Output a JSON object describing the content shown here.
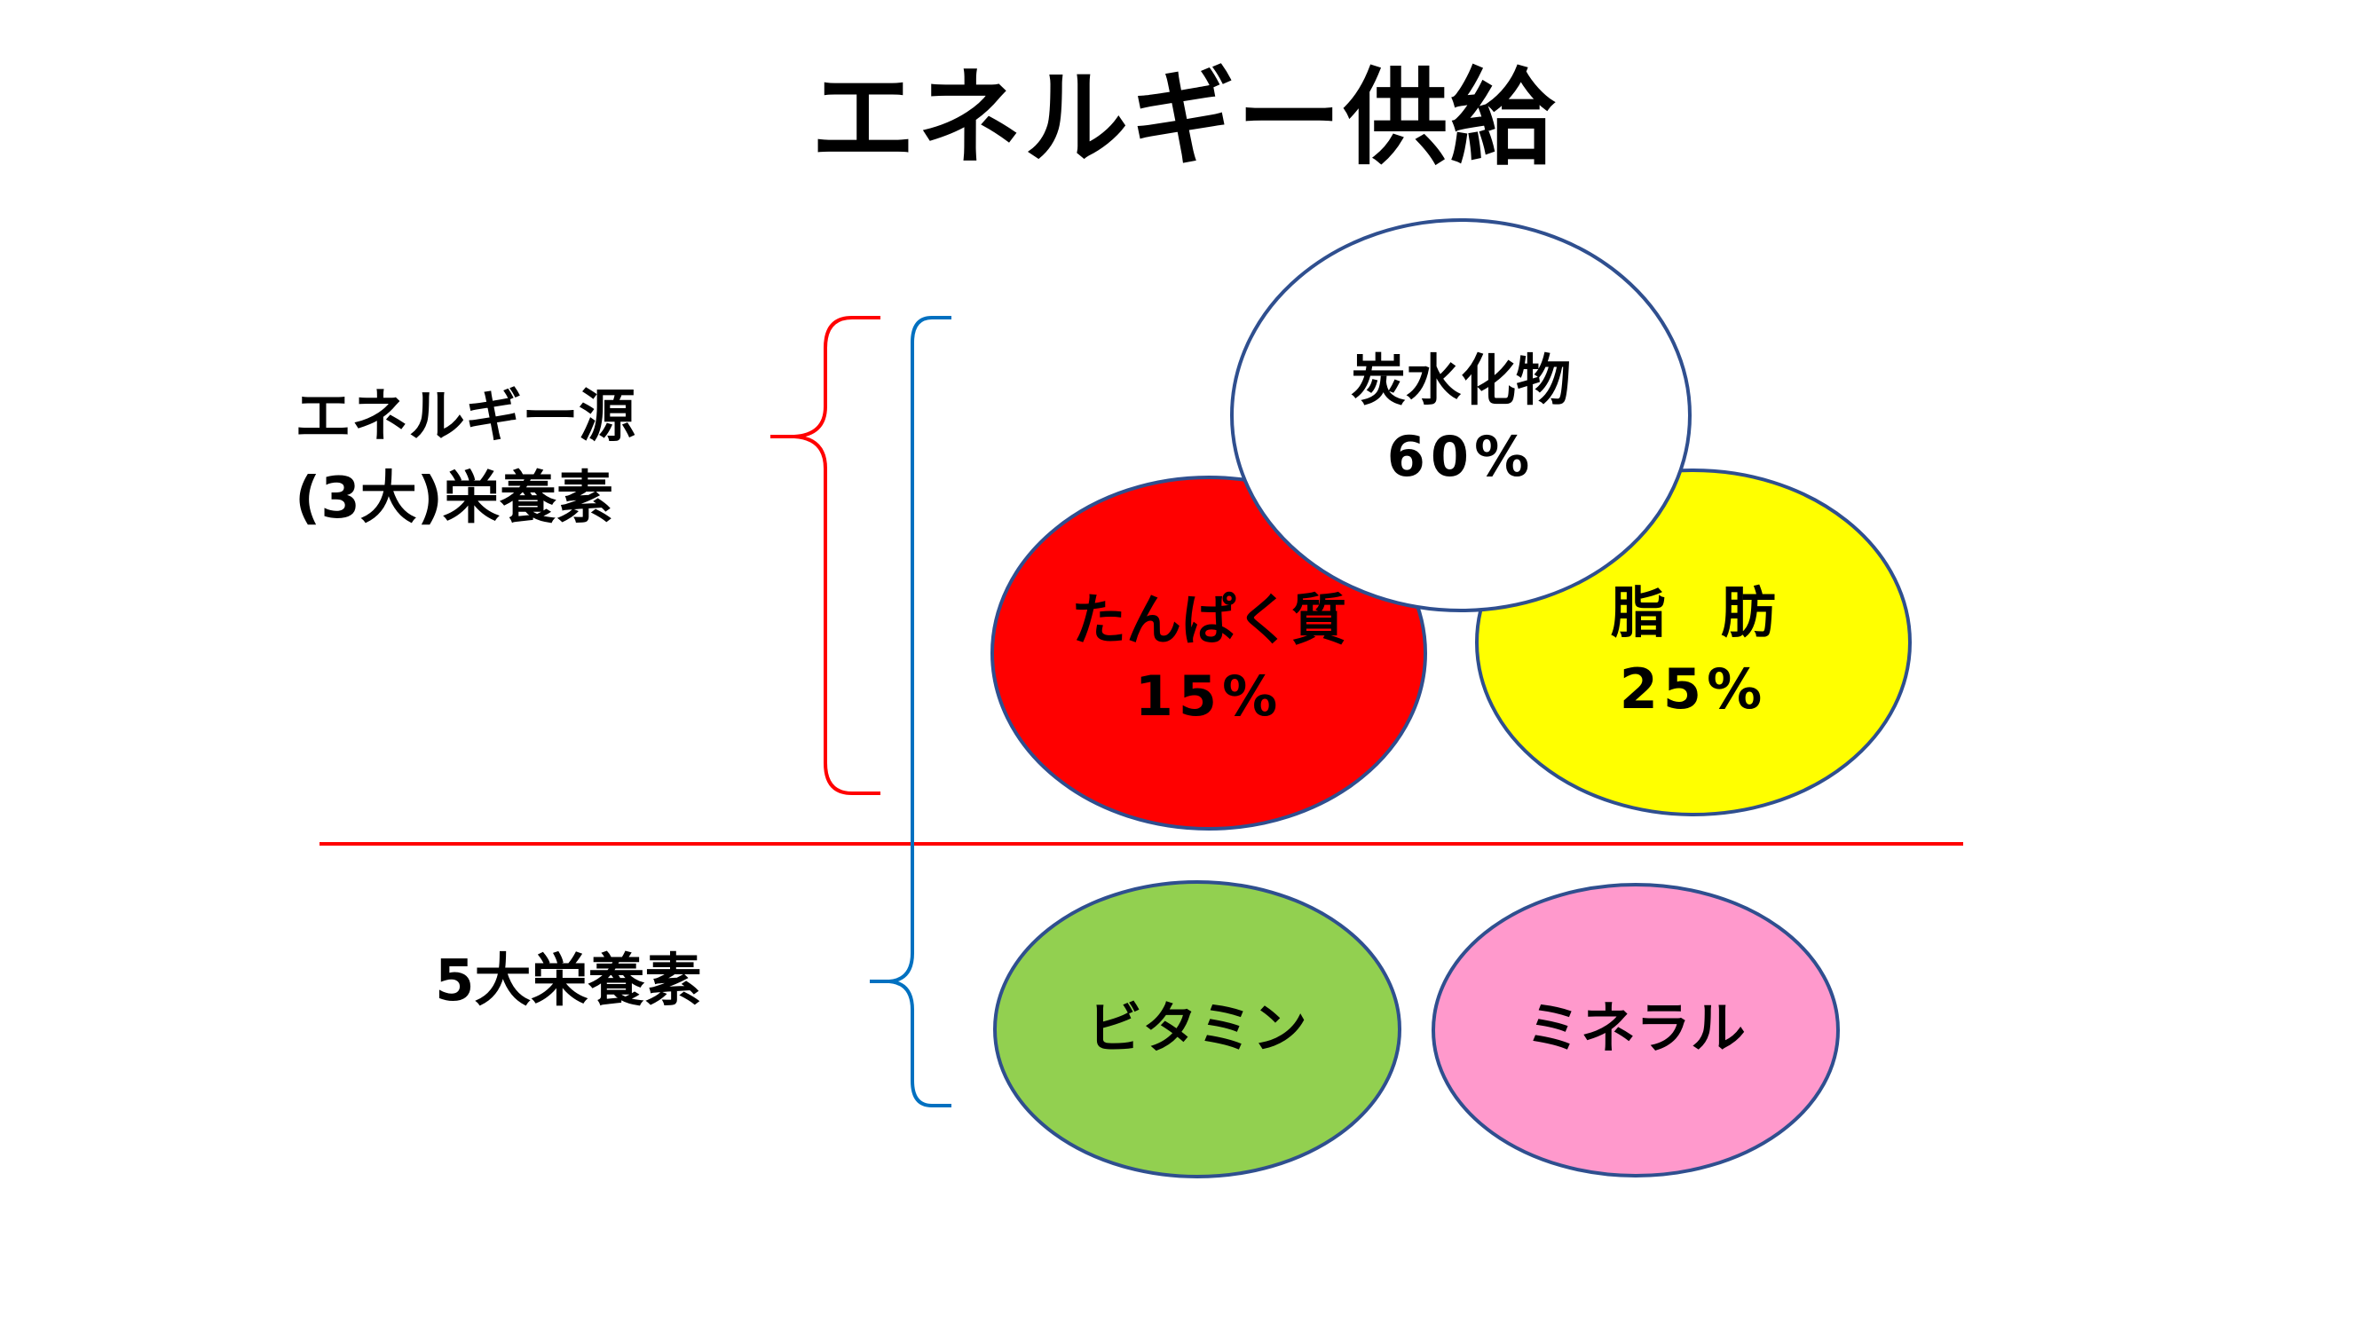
{
  "title": "エネルギー供給",
  "labels": {
    "energy_line1": "エネルギー源",
    "energy_line2": "(3大)栄養素",
    "five": "5大栄養素"
  },
  "nutrients": {
    "carbohydrate": {
      "name": "炭水化物",
      "percent": "60%",
      "fill": "#ffffff"
    },
    "protein": {
      "name": "たんぱく質",
      "percent": "15%",
      "fill": "#ff0000"
    },
    "fat": {
      "name": "脂　肪",
      "percent": "25%",
      "fill": "#ffff00"
    },
    "vitamin": {
      "name": "ビタミン",
      "fill": "#92d050"
    },
    "mineral": {
      "name": "ミネラル",
      "fill": "#ff99cc"
    }
  },
  "colors": {
    "circle_stroke": "#2f4f8f",
    "energy_bracket": "#ff0000",
    "five_bracket": "#0070c0",
    "divider": "#ff0000"
  }
}
